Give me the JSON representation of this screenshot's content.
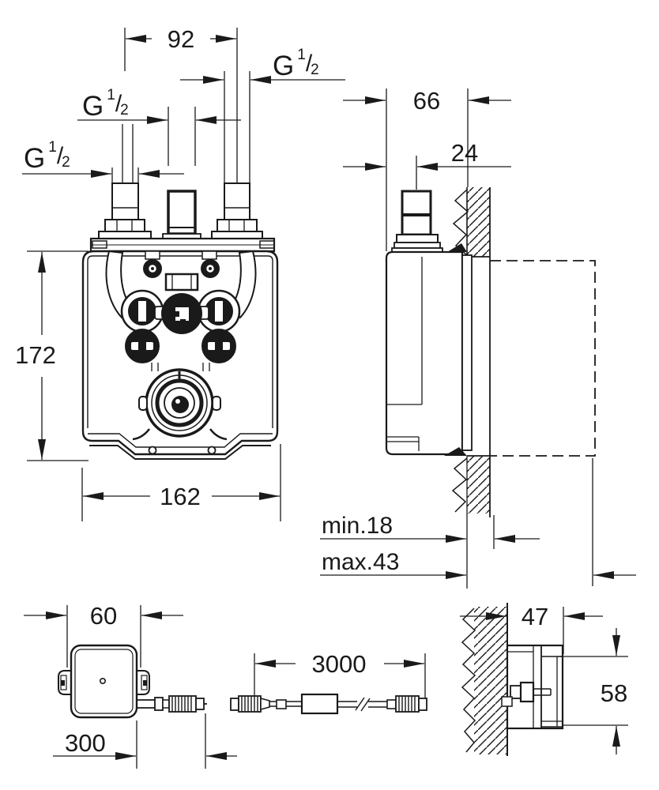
{
  "drawing": {
    "type": "technical installation drawing, concealed valve rough-in",
    "front_view": {
      "port_spacing_mm": "92",
      "height_mm": "172",
      "width_mm": "162",
      "thread_size": {
        "letter": "G",
        "numerator": "1",
        "slash": "/",
        "denominator": "2"
      }
    },
    "side_view": {
      "depth_mm": "66",
      "stub_offset_mm": "24",
      "wall_min": "min.18",
      "wall_max": "max.43"
    },
    "control_box_front": {
      "width_mm": "60",
      "cable_stub_mm": "300"
    },
    "extension_cable": {
      "length_mm": "3000"
    },
    "control_box_side": {
      "depth_mm": "47",
      "height_mm": "58"
    },
    "colors": {
      "line": "#1a1a1a",
      "background": "#ffffff"
    }
  }
}
